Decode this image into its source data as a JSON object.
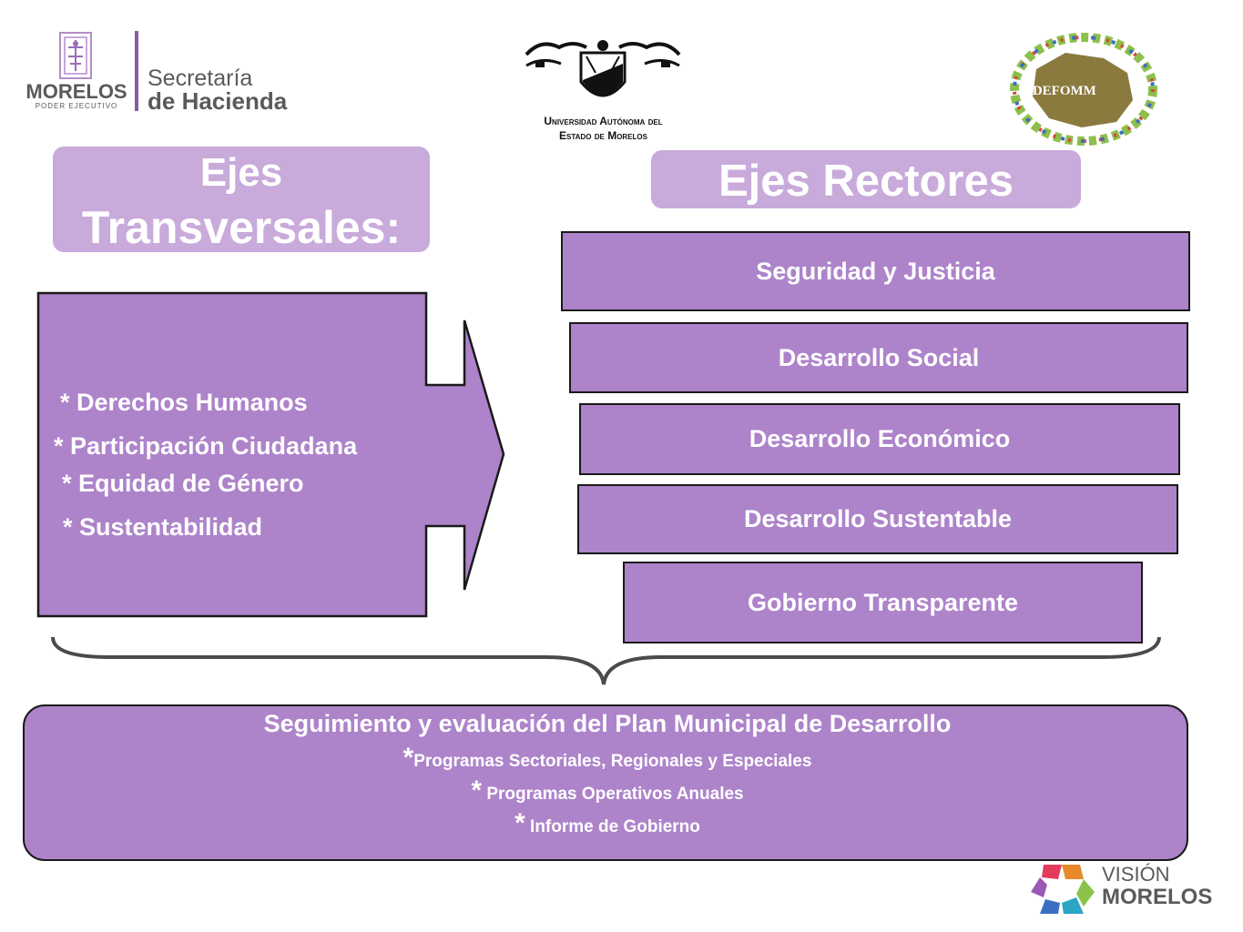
{
  "logos": {
    "left": {
      "state": "MORELOS",
      "sub": "PODER EJECUTIVO",
      "line1": "Secretaría",
      "line2": "de Hacienda"
    },
    "center": {
      "line1": "Universidad Autónoma del",
      "line2": "Estado de Morelos"
    },
    "right": {
      "text": "IDEFOMM"
    },
    "bottom": {
      "line1": "VISIÓN",
      "line2": "MORELOS"
    }
  },
  "headers": {
    "transversales_line1": "Ejes",
    "transversales_line2": "Transversales:",
    "rectores": "Ejes Rectores"
  },
  "transversales": [
    "*  Derechos Humanos",
    "*  Participación  Ciudadana",
    "*  Equidad de Género",
    "*  Sustentabilidad"
  ],
  "rectores": [
    "Seguridad y Justicia",
    "Desarrollo Social",
    "Desarrollo Económico",
    "Desarrollo Sustentable",
    "Gobierno Transparente"
  ],
  "seguimiento": {
    "title": "Seguimiento y evaluación del Plan Municipal de Desarrollo",
    "items": [
      "Programas Sectoriales, Regionales y Especiales",
      "Programas Operativos Anuales",
      "Informe de Gobierno"
    ]
  },
  "colors": {
    "box": "#ad83ca",
    "header": "#c8aadb",
    "text": "#ffffff",
    "border": "#1a1a1a"
  }
}
